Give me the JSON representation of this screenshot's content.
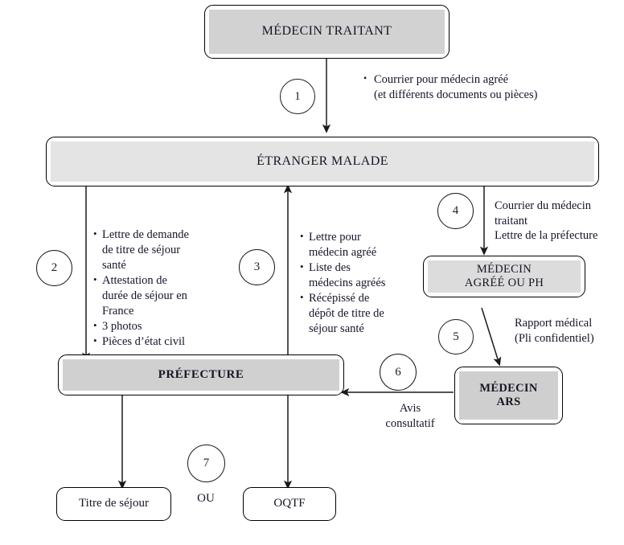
{
  "diagram": {
    "title_language": "fr",
    "nodes": {
      "medecin_traitant": "MÉDECIN TRAITANT",
      "etranger_malade": "ÉTRANGER MALADE",
      "medecin_agree": "MÉDECIN\nAGRÉÉ OU PH",
      "medecin_ars": "MÉDECIN\nARS",
      "prefecture": "PRÉFECTURE",
      "titre_de_sejour": "Titre de séjour",
      "oqtf": "OQTF"
    },
    "step_numbers": {
      "one": "1",
      "two": "2",
      "three": "3",
      "four": "4",
      "five": "5",
      "six": "6",
      "seven": "7"
    },
    "annotations": {
      "step1_items": [
        "Courrier pour médecin agréé\n(et différents documents ou pièces)"
      ],
      "step2_items": [
        "Lettre de demande de titre de séjour santé",
        "Attestation de durée de séjour en France",
        "3 photos",
        "Pièces d’état civil"
      ],
      "step3_items": [
        "Lettre pour médecin agréé",
        "Liste des médecins agréés",
        "Récépissé de dépôt de titre de séjour santé"
      ],
      "step4_text": "Courrier du médecin\ntraitant\nLettre de la préfecture",
      "step5_text": "Rapport médical\n(Pli confidentiel)",
      "step6_text": "Avis\nconsultatif",
      "step7_text": "OU"
    },
    "colors": {
      "stroke": "#000000",
      "text": "#161625",
      "fill_medecin_traitant": "#d2d2d2",
      "fill_etranger_malade": "#e4e4e4",
      "fill_medecin_agree": "#dcdcdc",
      "fill_prefecture": "#d0d0d0",
      "fill_medecin_ars": "#cfcfcf",
      "fill_outcome": "#ffffff"
    }
  }
}
